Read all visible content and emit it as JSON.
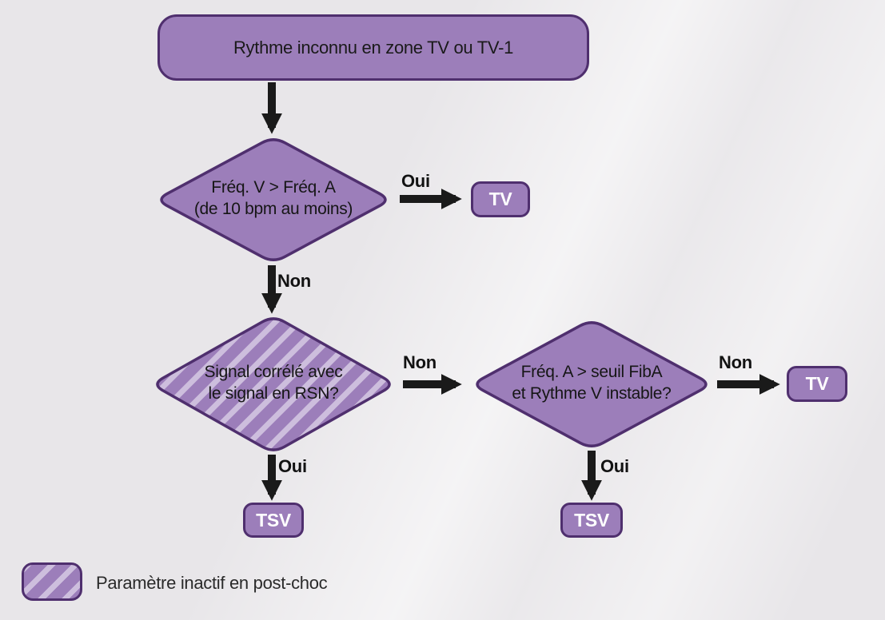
{
  "colors": {
    "background": "#e8e6e9",
    "shape_fill": "#9c7eba",
    "shape_border": "#4f2f6e",
    "hatch_stripe": "#cdbedd",
    "arrow": "#1a1a1a",
    "node_text": "#161616",
    "terminal_text": "#ffffff"
  },
  "nodes": {
    "start": {
      "label": "Rythme inconnu en zone TV ou TV-1"
    },
    "decision_freq": {
      "line1": "Fréq. V > Fréq. A",
      "line2": "(de 10 bpm au moins)"
    },
    "decision_signal": {
      "line1": "Signal corrélé avec",
      "line2": "le signal en RSN?"
    },
    "decision_fiba": {
      "line1": "Fréq. A > seuil FibA",
      "line2": "et Rythme V instable?"
    },
    "tv_top": {
      "label": "TV"
    },
    "tv_right": {
      "label": "TV"
    },
    "tsv_left": {
      "label": "TSV"
    },
    "tsv_right": {
      "label": "TSV"
    }
  },
  "edges": {
    "d1_oui": "Oui",
    "d1_non": "Non",
    "d2_non": "Non",
    "d2_oui": "Oui",
    "d3_non": "Non",
    "d3_oui": "Oui"
  },
  "legend": {
    "label": "Paramètre inactif en post-choc"
  }
}
